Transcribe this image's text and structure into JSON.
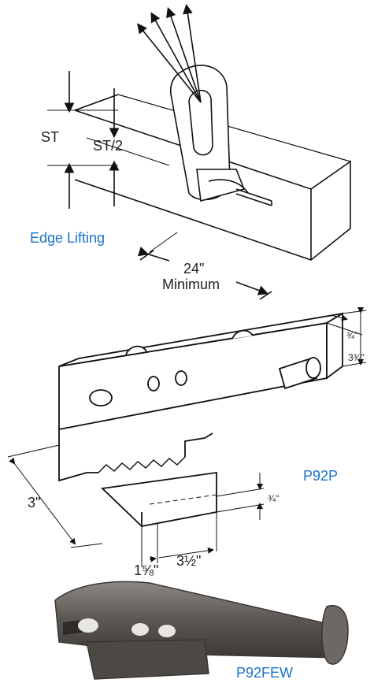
{
  "colors": {
    "label_blue": "#1a73c8",
    "line": "#111111",
    "bar_metal": "#55504b"
  },
  "figure1": {
    "label": "Edge Lifting",
    "dim_st": "ST",
    "dim_st_half": "ST/2",
    "dim_length": "24\"",
    "dim_length_note": "Minimum"
  },
  "figure2": {
    "label": "P92P",
    "dim_width": "3\"",
    "dim_base_1": "1⅝\"",
    "dim_base_2": "3½\"",
    "dim_foot_h": "¾\"",
    "dim_top_thick": "¾\"",
    "dim_height": "3¾\""
  },
  "figure3": {
    "label": "P92FEW"
  }
}
